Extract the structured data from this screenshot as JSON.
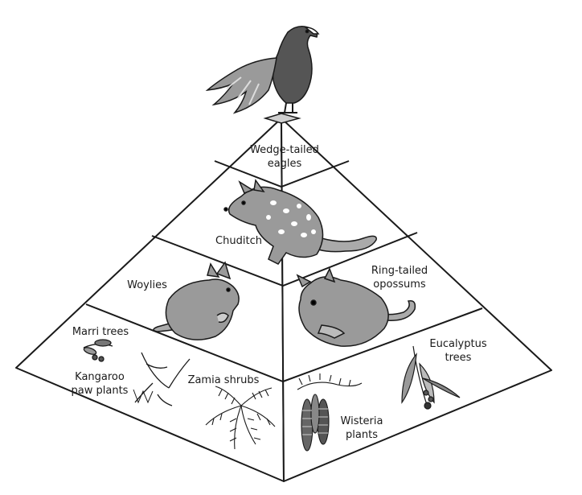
{
  "pyramid": {
    "levels": [
      {
        "id": "top",
        "labels": [
          {
            "key": "eagles",
            "text": "Wedge-tailed\neagles"
          }
        ]
      },
      {
        "id": "level2",
        "labels": [
          {
            "key": "chuditch",
            "text": "Chuditch"
          }
        ]
      },
      {
        "id": "level3",
        "labels": [
          {
            "key": "woylies",
            "text": "Woylies"
          },
          {
            "key": "possums",
            "text": "Ring-tailed\nopossums"
          }
        ]
      },
      {
        "id": "base",
        "labels": [
          {
            "key": "marri",
            "text": "Marri trees"
          },
          {
            "key": "kangaroo_paw",
            "text": "Kangaroo\npaw plants"
          },
          {
            "key": "zamia",
            "text": "Zamia shrubs"
          },
          {
            "key": "eucalyptus",
            "text": "Eucalyptus\ntrees"
          },
          {
            "key": "wisteria",
            "text": "Wisteria\nplants"
          }
        ]
      }
    ]
  },
  "organisms": [
    {
      "key": "eagle",
      "icon": "eagle-icon"
    },
    {
      "key": "chuditch",
      "icon": "quoll-icon"
    },
    {
      "key": "woylie",
      "icon": "woylie-icon"
    },
    {
      "key": "possum",
      "icon": "possum-icon"
    },
    {
      "key": "marri",
      "icon": "marri-branch-icon"
    },
    {
      "key": "kangaroo_paw",
      "icon": "kangaroo-paw-icon"
    },
    {
      "key": "zamia",
      "icon": "zamia-icon"
    },
    {
      "key": "eucalyptus",
      "icon": "eucalyptus-branch-icon"
    },
    {
      "key": "wisteria",
      "icon": "wisteria-icon"
    }
  ],
  "colors": {
    "outline": "#1a1a1a",
    "fill": "#ffffff",
    "animal": "#9a9a9a",
    "dark": "#4a4a4a"
  }
}
